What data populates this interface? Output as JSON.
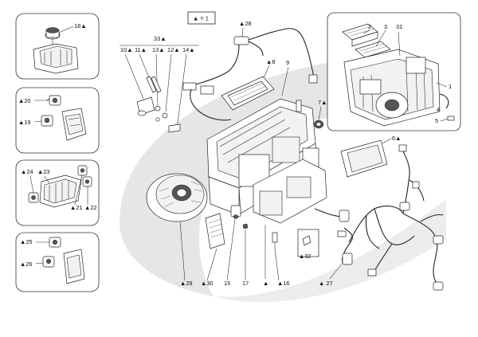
{
  "legend": {
    "text": "▲ = 1"
  },
  "callouts": [
    {
      "id": "c28",
      "text": "▲28"
    },
    {
      "id": "c33",
      "text": "33▲"
    },
    {
      "id": "c10",
      "text": "10▲"
    },
    {
      "id": "c11",
      "text": "11▲"
    },
    {
      "id": "c13",
      "text": "13▲"
    },
    {
      "id": "c12",
      "text": "12▲"
    },
    {
      "id": "c14",
      "text": "14▲"
    },
    {
      "id": "c8",
      "text": "▲8"
    },
    {
      "id": "c9",
      "text": "9"
    },
    {
      "id": "c7",
      "text": "7▲"
    },
    {
      "id": "c6",
      "text": "6▲"
    },
    {
      "id": "c29",
      "text": "▲29"
    },
    {
      "id": "c30",
      "text": "▲30"
    },
    {
      "id": "c15",
      "text": "15"
    },
    {
      "id": "c17",
      "text": "17"
    },
    {
      "id": "c_tri",
      "text": "▲"
    },
    {
      "id": "c16",
      "text": "▲16"
    },
    {
      "id": "c32",
      "text": "▲32"
    },
    {
      "id": "c27",
      "text": "▲ 27"
    }
  ],
  "panels": {
    "p18": {
      "labels": [
        {
          "id": "c18",
          "text": "18▲"
        }
      ]
    },
    "p20": {
      "labels": [
        {
          "id": "c20",
          "text": "▲20"
        },
        {
          "id": "c19",
          "text": "▲19"
        }
      ]
    },
    "p24": {
      "labels": [
        {
          "id": "c24",
          "text": "▲24"
        },
        {
          "id": "c23",
          "text": "▲23"
        },
        {
          "id": "c21",
          "text": "▲21"
        },
        {
          "id": "c22",
          "text": "▲22"
        }
      ]
    },
    "p25": {
      "labels": [
        {
          "id": "c25",
          "text": "▲25"
        },
        {
          "id": "c26",
          "text": "▲26"
        }
      ]
    },
    "right": {
      "labels": [
        {
          "id": "c2",
          "text": "2"
        },
        {
          "id": "c3",
          "text": "3"
        },
        {
          "id": "c31",
          "text": "31"
        },
        {
          "id": "c1",
          "text": "1"
        },
        {
          "id": "c4",
          "text": "4"
        },
        {
          "id": "c5",
          "text": "5"
        }
      ]
    }
  }
}
